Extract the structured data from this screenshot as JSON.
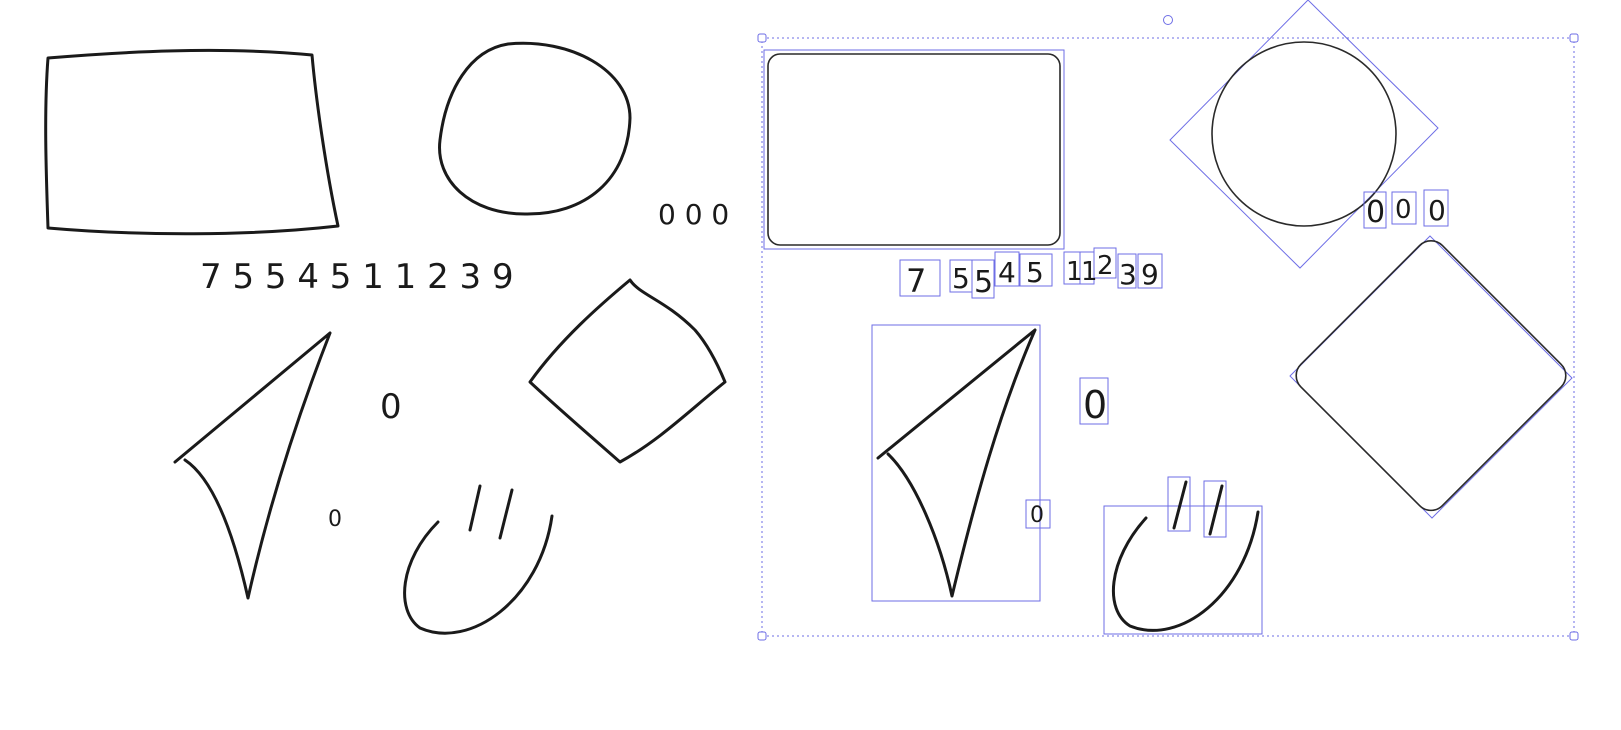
{
  "colors": {
    "ink": "#1a1a1a",
    "selection": "#6e6ee6",
    "background": "#ffffff"
  },
  "left": {
    "digit_row": "7 5 5 4 5 1 1 2 3 9",
    "zeros_row": "0 0 0",
    "zero_a": "0",
    "zero_b": "0",
    "strokes_label": "/ /"
  },
  "right": {
    "digit_boxes": [
      "7",
      "5",
      "5",
      "4",
      "5",
      "1",
      "1",
      "2",
      "3",
      "9"
    ],
    "zero_boxes": [
      "0",
      "0",
      "0"
    ],
    "zero_a": "0",
    "zero_b": "0"
  }
}
